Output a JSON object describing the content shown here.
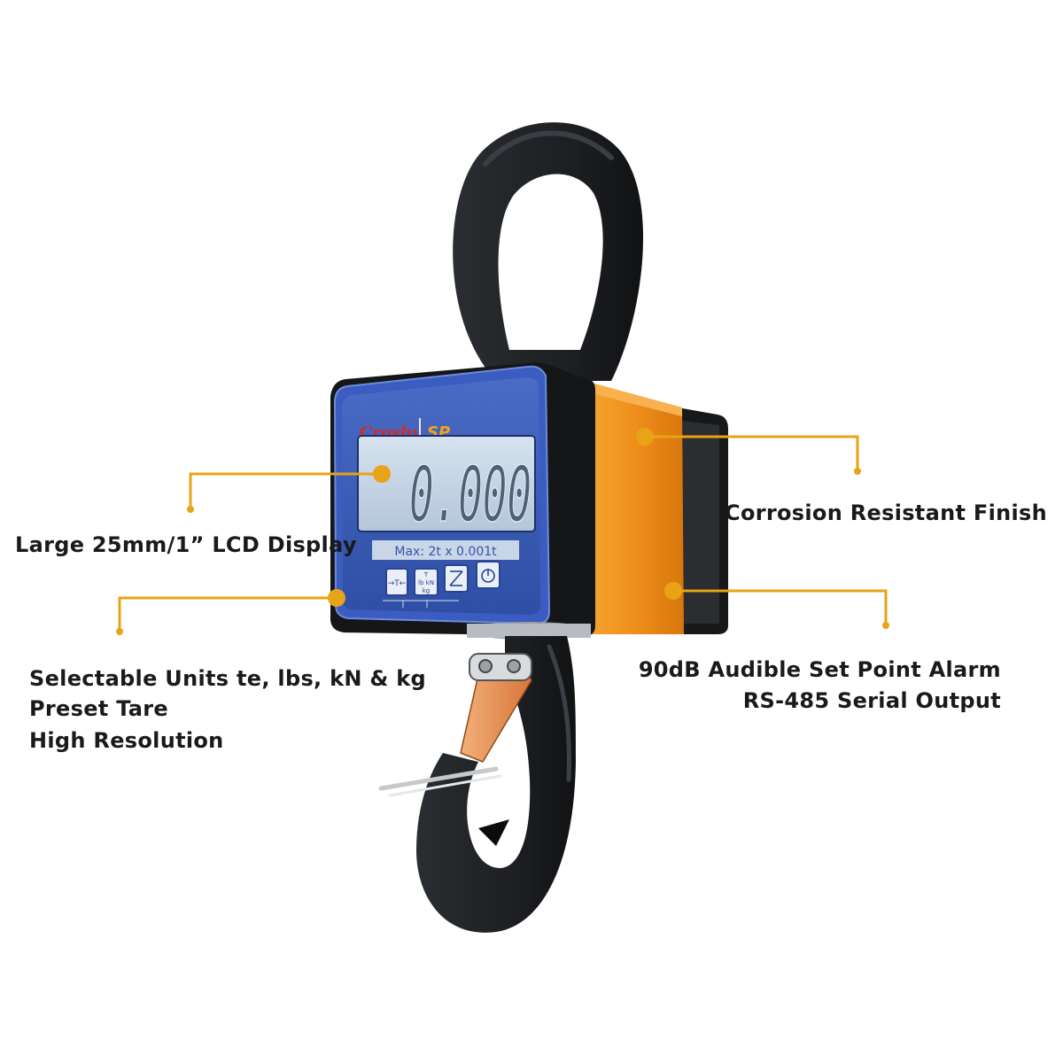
{
  "device": {
    "brand_logo": "Crosby",
    "brand_mark": "SP",
    "display_reading": "0.000",
    "capacity_label": "Max: 2t x 0.001t",
    "buttons": [
      {
        "name": "tare-button",
        "icon": "tare-icon",
        "glyph": "→T←"
      },
      {
        "name": "units-button",
        "icon": "units-icon",
        "lines": [
          "T",
          "lb  kN",
          "kg"
        ]
      },
      {
        "name": "zero-button",
        "icon": "zero-icon"
      },
      {
        "name": "power-button",
        "icon": "power-icon",
        "glyph": "⏻"
      }
    ]
  },
  "features": {
    "lcd": "Large 25mm/1” LCD Display",
    "corrosion": "Corrosion Resistant Finish",
    "units": "Selectable Units te, lbs, kN & kg",
    "tare": "Preset Tare",
    "resolution": "High Resolution",
    "alarm": "90dB Audible Set Point Alarm",
    "serial": "RS-485 Serial Output"
  },
  "colors": {
    "accent": "#e8a317",
    "housing_orange": "#ef8f1c",
    "face_blue": "#3a5ab4",
    "hook_black": "#1d1f22",
    "lcd": "#c3d3e4"
  }
}
